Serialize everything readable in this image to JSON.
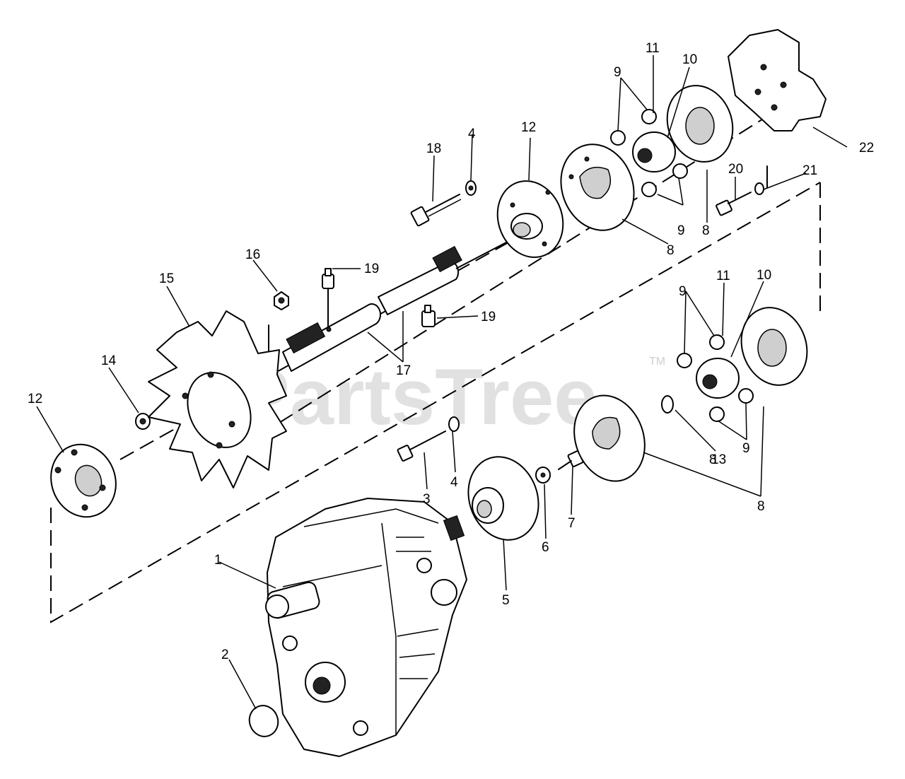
{
  "watermark": {
    "brand": "PartsTree",
    "trademark": "TM"
  },
  "callouts": [
    "1",
    "2",
    "3",
    "4",
    "4",
    "5",
    "6",
    "7",
    "8",
    "8",
    "8",
    "8",
    "9",
    "9",
    "9",
    "9",
    "10",
    "10",
    "11",
    "11",
    "12",
    "12",
    "13",
    "14",
    "15",
    "16",
    "17",
    "18",
    "19",
    "19",
    "20",
    "21",
    "22"
  ],
  "parts": [
    {
      "id": "1",
      "label": "1",
      "name": "hydrostatic-transmission"
    },
    {
      "id": "2",
      "label": "2",
      "name": "o-ring"
    },
    {
      "id": "3",
      "label": "3",
      "name": "screw"
    },
    {
      "id": "4a",
      "label": "4",
      "name": "washer"
    },
    {
      "id": "4b",
      "label": "4",
      "name": "washer"
    },
    {
      "id": "5",
      "label": "5",
      "name": "drive-hub"
    },
    {
      "id": "6",
      "label": "6",
      "name": "washer"
    },
    {
      "id": "7",
      "label": "7",
      "name": "bolt"
    },
    {
      "id": "8a",
      "label": "8",
      "name": "coupler-half"
    },
    {
      "id": "8b",
      "label": "8",
      "name": "coupler-half"
    },
    {
      "id": "8c",
      "label": "8",
      "name": "coupler-half"
    },
    {
      "id": "8d",
      "label": "8",
      "name": "coupler-half"
    },
    {
      "id": "9a",
      "label": "9",
      "name": "ball"
    },
    {
      "id": "9b",
      "label": "9",
      "name": "ball"
    },
    {
      "id": "9c",
      "label": "9",
      "name": "ball"
    },
    {
      "id": "9d",
      "label": "9",
      "name": "ball"
    },
    {
      "id": "10a",
      "label": "10",
      "name": "spider"
    },
    {
      "id": "10b",
      "label": "10",
      "name": "spider"
    },
    {
      "id": "11a",
      "label": "11",
      "name": "ball-cage"
    },
    {
      "id": "11b",
      "label": "11",
      "name": "ball-cage"
    },
    {
      "id": "12a",
      "label": "12",
      "name": "hub"
    },
    {
      "id": "12b",
      "label": "12",
      "name": "hub"
    },
    {
      "id": "13",
      "label": "13",
      "name": "retaining-ring"
    },
    {
      "id": "14",
      "label": "14",
      "name": "nut"
    },
    {
      "id": "15",
      "label": "15",
      "name": "fan"
    },
    {
      "id": "16",
      "label": "16",
      "name": "nut"
    },
    {
      "id": "17",
      "label": "17",
      "name": "drive-shaft"
    },
    {
      "id": "18",
      "label": "18",
      "name": "screw"
    },
    {
      "id": "19a",
      "label": "19",
      "name": "grease-fitting"
    },
    {
      "id": "19b",
      "label": "19",
      "name": "grease-fitting"
    },
    {
      "id": "20",
      "label": "20",
      "name": "bolt"
    },
    {
      "id": "21",
      "label": "21",
      "name": "washer"
    },
    {
      "id": "22",
      "label": "22",
      "name": "pulley-housing"
    }
  ]
}
